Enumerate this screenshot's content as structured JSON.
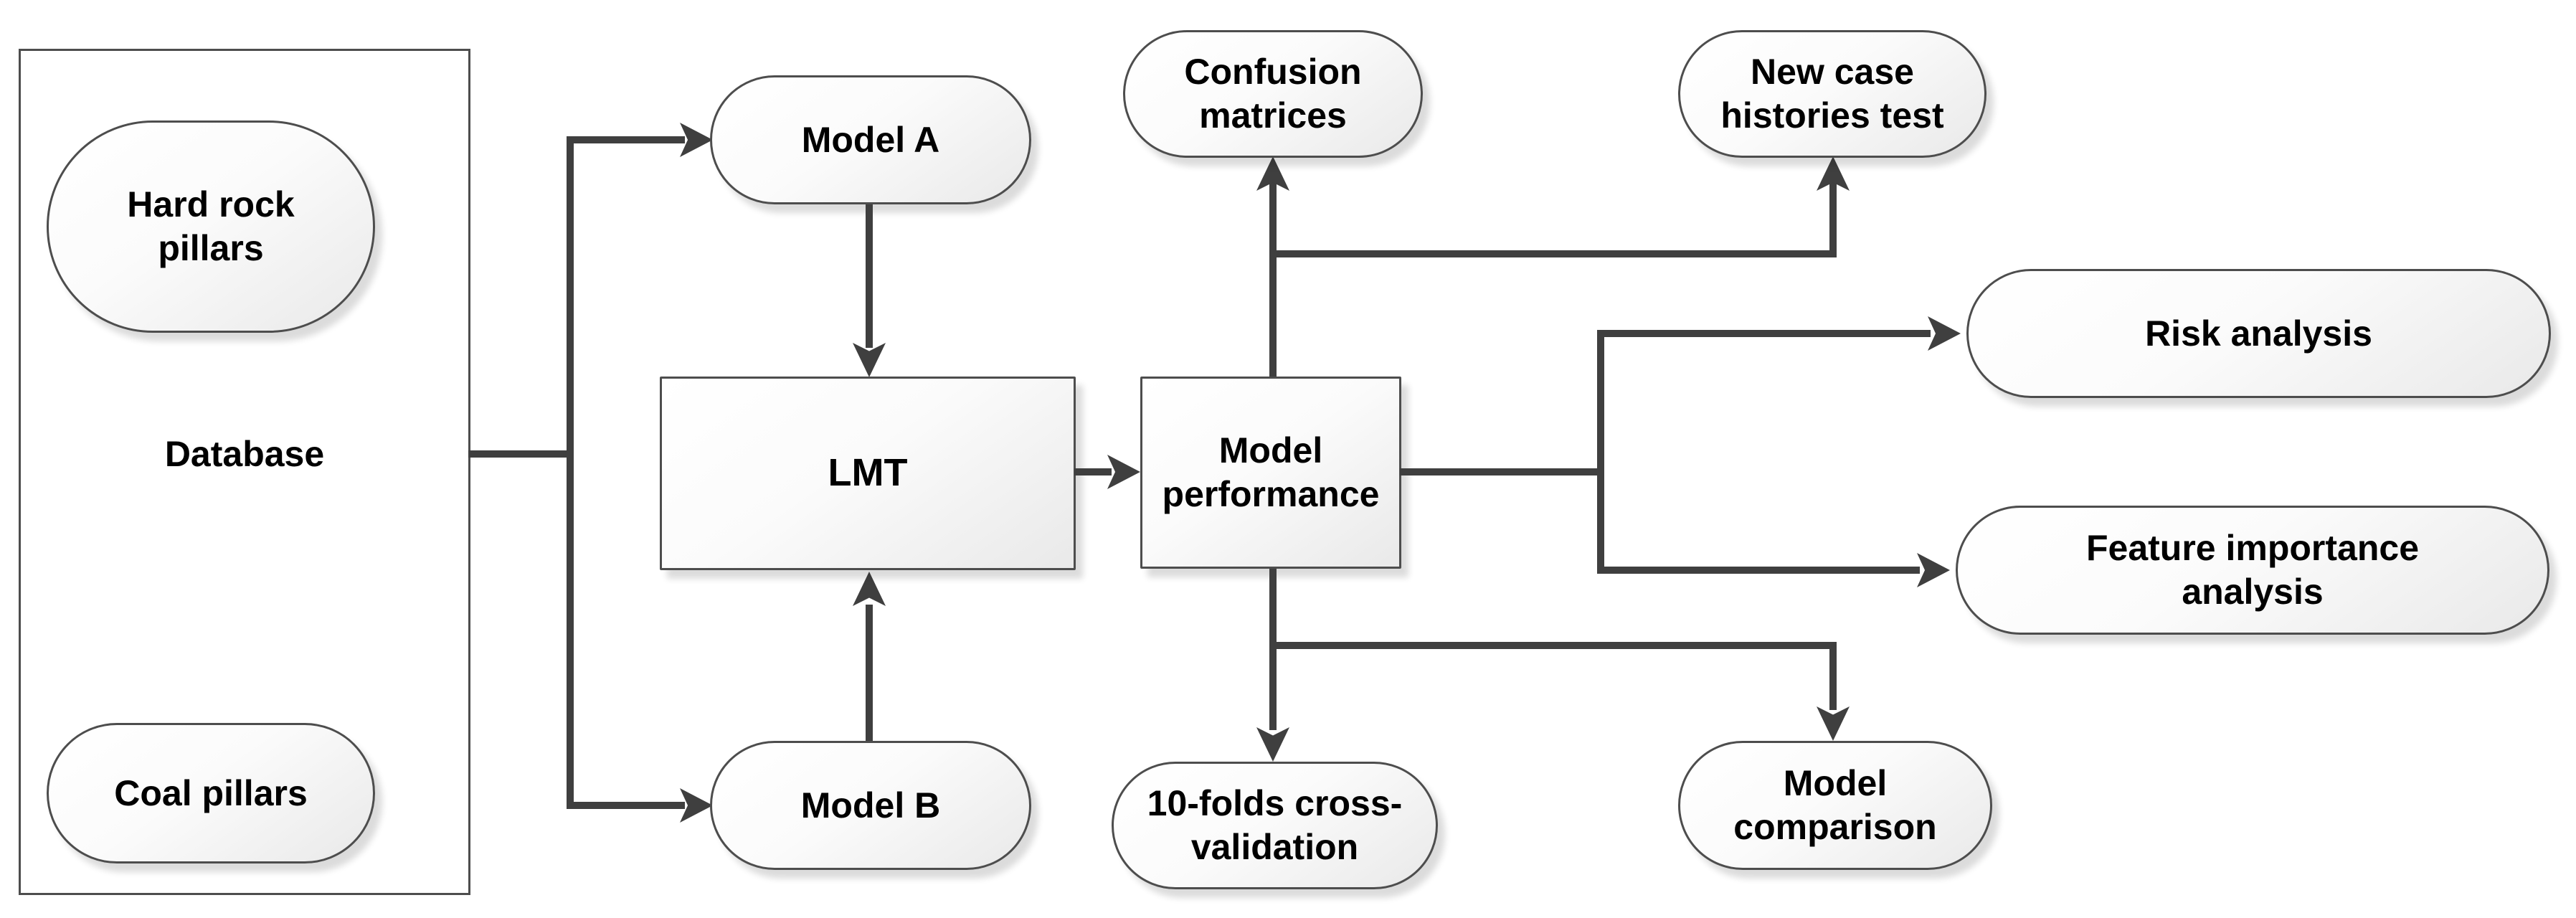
{
  "diagram": {
    "type": "flowchart",
    "nodes": {
      "database": {
        "label": "Database"
      },
      "hard_rock": {
        "label": "Hard rock pillars"
      },
      "coal": {
        "label": "Coal pillars"
      },
      "model_a": {
        "label": "Model A"
      },
      "model_b": {
        "label": "Model B"
      },
      "lmt": {
        "label": "LMT"
      },
      "model_performance": {
        "label": "Model performance"
      },
      "confusion_matrices": {
        "label": "Confusion matrices"
      },
      "new_case": {
        "label": "New case histories test"
      },
      "risk_analysis": {
        "label": "Risk analysis"
      },
      "feature_importance": {
        "label": "Feature importance analysis"
      },
      "model_comparison": {
        "label": "Model comparison"
      },
      "ten_folds": {
        "label": "10-folds cross-validation"
      }
    },
    "edges": [
      "Database -> Model A",
      "Database -> Model B",
      "Model A -> LMT",
      "Model B -> LMT",
      "LMT -> Model performance",
      "Model performance -> Confusion matrices",
      "Model performance -> New case histories test",
      "Model performance -> Risk analysis",
      "Model performance -> Feature importance analysis",
      "Model performance -> Model comparison",
      "Model performance -> 10-folds cross-validation"
    ],
    "colors": {
      "line": "#3f3f3f",
      "node_border": "#4d4d4d",
      "node_fill_top": "#ffffff",
      "node_fill_bottom": "#e9e9e9",
      "background": "#ffffff",
      "text": "#000000"
    }
  }
}
